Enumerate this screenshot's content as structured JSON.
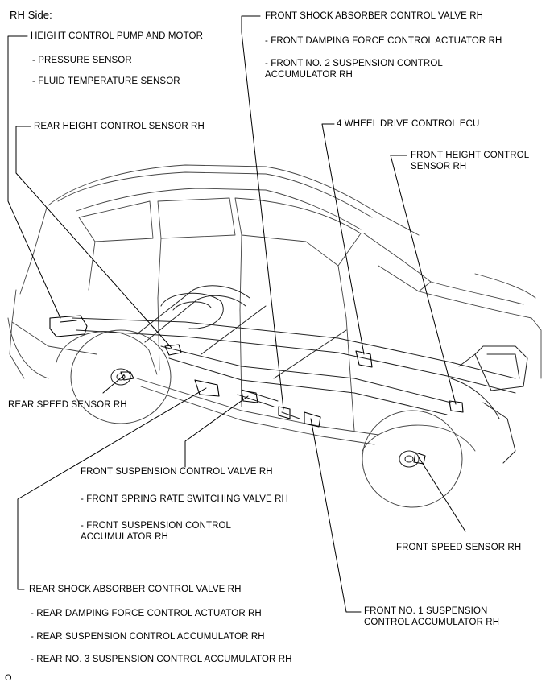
{
  "header": {
    "side_label": "RH Side:"
  },
  "labels": {
    "height_pump": "HEIGHT CONTROL PUMP AND MOTOR",
    "pressure_sensor": "- PRESSURE SENSOR",
    "fluid_temp_sensor": "- FLUID TEMPERATURE SENSOR",
    "rear_height_sensor": "REAR HEIGHT CONTROL SENSOR RH",
    "rear_speed_sensor": "REAR SPEED SENSOR RH",
    "front_shock_valve": "FRONT SHOCK ABSORBER CONTROL VALVE RH",
    "front_damping_actuator": "- FRONT DAMPING FORCE CONTROL ACTUATOR RH",
    "front_no2_accum_1": "- FRONT NO. 2 SUSPENSION CONTROL",
    "front_no2_accum_2": "ACCUMULATOR RH",
    "four_wd_ecu": "4 WHEEL DRIVE CONTROL ECU",
    "front_height_sensor_1": "FRONT HEIGHT CONTROL",
    "front_height_sensor_2": "SENSOR RH",
    "front_susp_valve": "FRONT SUSPENSION CONTROL VALVE RH",
    "front_spring_valve": "- FRONT SPRING RATE SWITCHING VALVE RH",
    "front_susp_accum_1": "- FRONT SUSPENSION CONTROL",
    "front_susp_accum_2": "ACCUMULATOR RH",
    "front_speed_sensor": "FRONT SPEED SENSOR RH",
    "rear_shock_valve": "REAR SHOCK ABSORBER CONTROL VALVE RH",
    "rear_damping_actuator": "- REAR DAMPING FORCE CONTROL ACTUATOR RH",
    "rear_susp_accum": "- REAR SUSPENSION CONTROL ACCUMULATOR RH",
    "rear_no3_accum": "- REAR NO. 3 SUSPENSION CONTROL ACCUMULATOR RH",
    "front_no1_accum_1": "FRONT NO. 1 SUSPENSION",
    "front_no1_accum_2": "CONTROL ACCUMULATOR RH"
  },
  "footer": {
    "figure_code": "O"
  }
}
